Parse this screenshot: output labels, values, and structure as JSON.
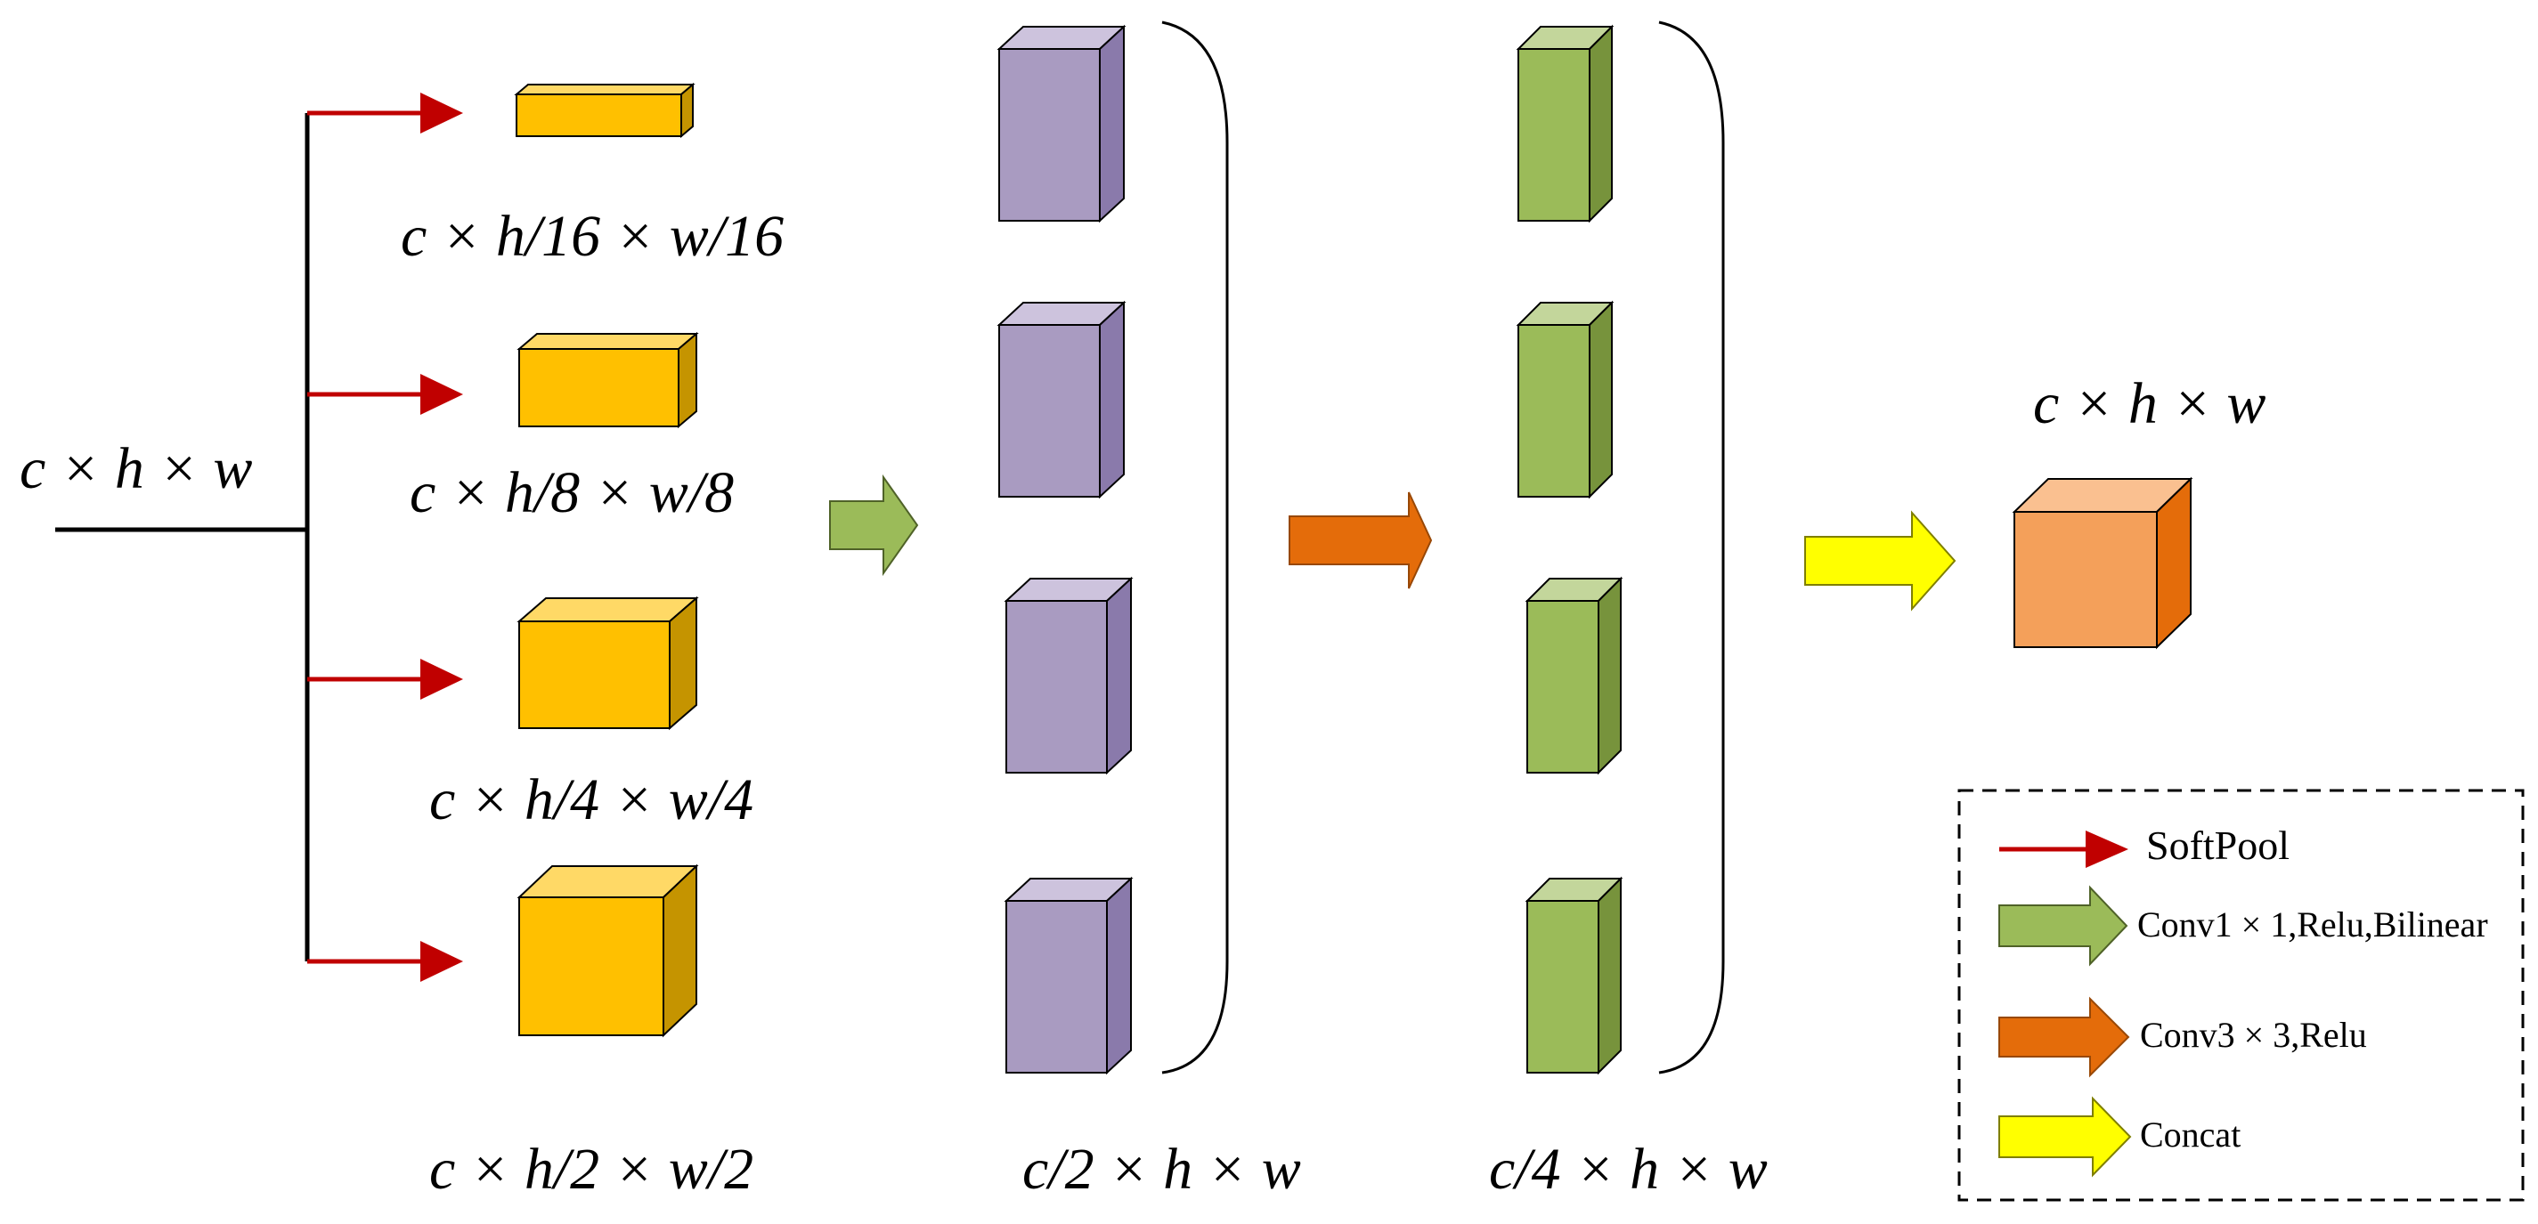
{
  "colors": {
    "pool_arrow": "#C00000",
    "yellow_box": "#FFC000",
    "purple_box": "#A99BC1",
    "green_box": "#9BBB59",
    "orange_box": "#F4A05A",
    "green_arrow": "#9BBB59",
    "orange_arrow": "#E46C0A",
    "yellow_arrow": "#FFFF00",
    "line": "#000000"
  },
  "labels": {
    "input": "c × h × w",
    "pool_1": "c × h/16 × w/16",
    "pool_2": "c × h/8 × w/8",
    "pool_3": "c × h/4 × w/4",
    "pool_4": "c × h/2 × w/2",
    "stage_purple": "c/2 × h × w",
    "stage_green": "c/4 × h × w",
    "output": "c × h × w"
  },
  "legend": {
    "items": [
      {
        "key": "softpool",
        "label": "SoftPool",
        "icon": "red-arrow-icon"
      },
      {
        "key": "conv1",
        "label": "Conv1 × 1,Relu,Bilinear",
        "icon": "green-block-arrow-icon"
      },
      {
        "key": "conv3",
        "label": "Conv3 × 3,Relu",
        "icon": "orange-block-arrow-icon"
      },
      {
        "key": "concat",
        "label": "Concat",
        "icon": "yellow-block-arrow-icon"
      }
    ]
  }
}
